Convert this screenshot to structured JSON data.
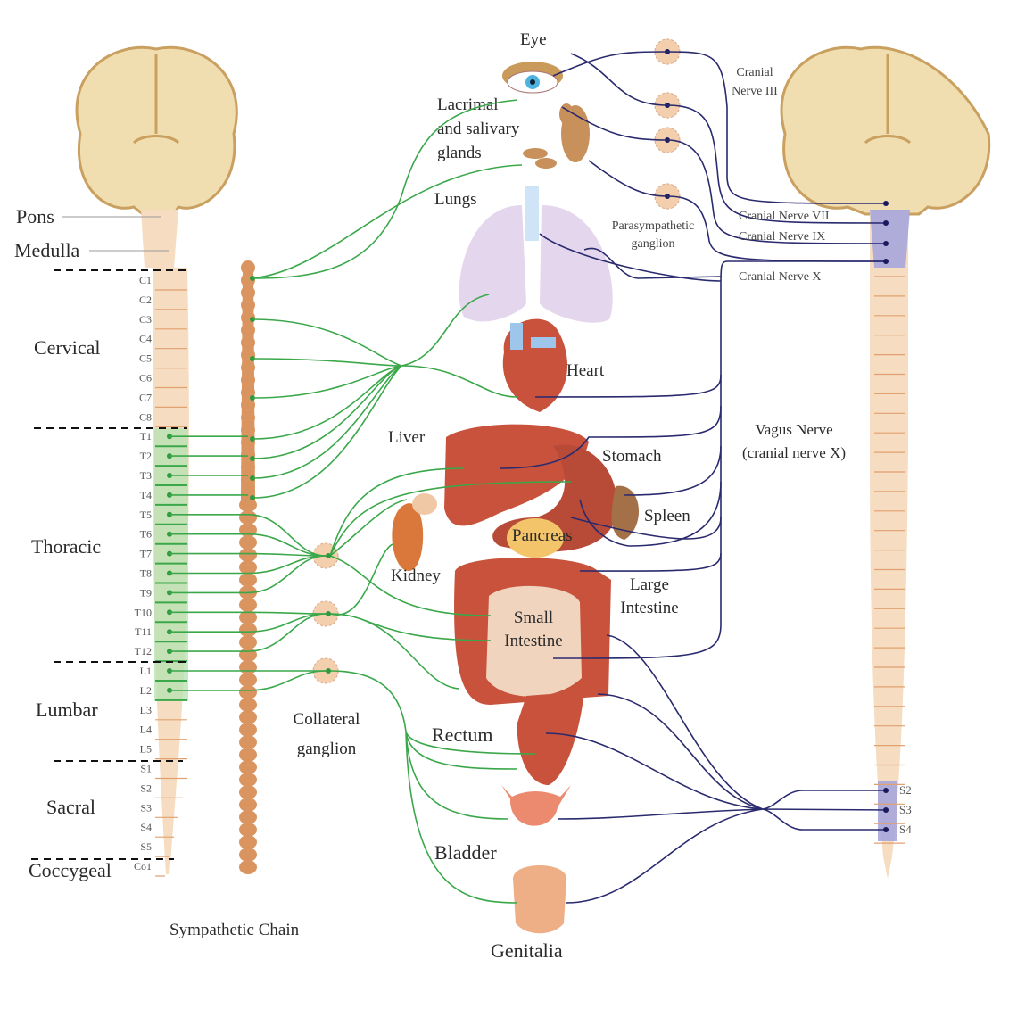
{
  "left_labels": {
    "pons": "Pons",
    "medulla": "Medulla",
    "regions": [
      "Cervical",
      "Thoracic",
      "Lumbar",
      "Sacral",
      "Coccygeal"
    ]
  },
  "segments": [
    "C1",
    "C2",
    "C3",
    "C4",
    "C5",
    "C6",
    "C7",
    "C8",
    "T1",
    "T2",
    "T3",
    "T4",
    "T5",
    "T6",
    "T7",
    "T8",
    "T9",
    "T10",
    "T11",
    "T12",
    "L1",
    "L2",
    "L3",
    "L4",
    "L5",
    "S1",
    "S2",
    "S3",
    "S4",
    "S5",
    "Co1"
  ],
  "organs": {
    "eye": "Eye",
    "glands": [
      "Lacrimal",
      "and salivary",
      "glands"
    ],
    "lungs": "Lungs",
    "heart": "Heart",
    "liver": "Liver",
    "stomach": "Stomach",
    "spleen": "Spleen",
    "pancreas": "Pancreas",
    "kidney": "Kidney",
    "large_intestine": [
      "Large",
      "Intestine"
    ],
    "small_intestine": [
      "Small",
      "Intestine"
    ],
    "rectum": "Rectum",
    "bladder": "Bladder",
    "genitalia": "Genitalia"
  },
  "sympathetic_chain": "Sympathetic Chain",
  "collateral_ganglion": [
    "Collateral",
    "ganglion"
  ],
  "parasympathetic_ganglion": [
    "Parasympathetic",
    "ganglion"
  ],
  "cranial_nerves": {
    "iii": [
      "Cranial",
      "Nerve III"
    ],
    "vii": "Cranial Nerve VII",
    "ix": "Cranial Nerve IX",
    "x": "Cranial Nerve X"
  },
  "vagus": [
    "Vagus Nerve",
    "(cranial nerve X)"
  ],
  "sacral_right": [
    "S2",
    "S3",
    "S4"
  ],
  "colors": {
    "sympathetic": "#3aa84a",
    "parasympathetic": "#2a2a6e",
    "spine": "#f6dcc0",
    "organ": "#c8523c",
    "brain": "#f1deb0"
  }
}
